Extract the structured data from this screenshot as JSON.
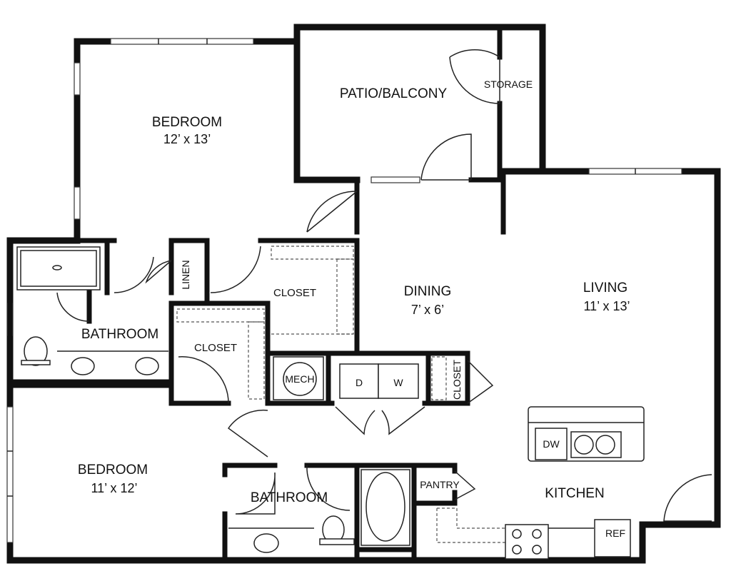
{
  "rooms": {
    "bedroom1": {
      "name": "BEDROOM",
      "dims": "12’ x 13’"
    },
    "patio": {
      "name": "PATIO/BALCONY"
    },
    "storage": {
      "name": "STORAGE"
    },
    "linen": {
      "name": "LINEN"
    },
    "closet1": {
      "name": "CLOSET"
    },
    "dining": {
      "name": "DINING",
      "dims": "7’ x 6’"
    },
    "living": {
      "name": "LIVING",
      "dims": "11’ x 13’"
    },
    "bathroom1": {
      "name": "BATHROOM"
    },
    "closet2": {
      "name": "CLOSET"
    },
    "mech": {
      "name": "MECH"
    },
    "washer_dryer": {
      "dryer": "D",
      "washer": "W"
    },
    "closet3": {
      "name": "CLOSET"
    },
    "dishwasher": {
      "name": "DW"
    },
    "bedroom2": {
      "name": "BEDROOM",
      "dims": "11’ x 12’"
    },
    "bathroom2": {
      "name": "BATHROOM"
    },
    "pantry": {
      "name": "PANTRY"
    },
    "kitchen": {
      "name": "KITCHEN"
    },
    "refrigerator": {
      "name": "REF"
    }
  }
}
